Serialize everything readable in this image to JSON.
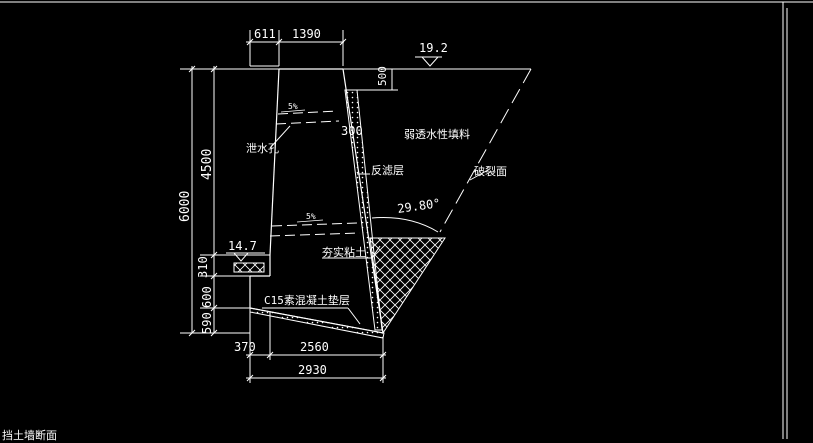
{
  "drawing": {
    "dimensions": {
      "top_left": "611",
      "top_right": "1390",
      "top_level": "19.2",
      "cap_height": "500",
      "total_height": "6000",
      "wall_height": "4500",
      "step_height": "310",
      "base_600": "600",
      "base_590": "590",
      "base_left": "370",
      "base_mid": "2560",
      "base_total": "2930",
      "filter_thickness": "300",
      "left_level": "14.7",
      "angle": "29.80°"
    },
    "labels": {
      "drain_hole": "泄水孔",
      "filter_layer": "反滤层",
      "backfill": "弱透水性填料",
      "fracture_plane": "破裂面",
      "compacted_clay": "夯实粘土",
      "concrete_cushion": "C15素混凝土垫层",
      "slope_upper": "5%",
      "slope_lower": "5%"
    },
    "bottom_text": "挡土墙断面"
  },
  "colors": {
    "background": "#000000",
    "lines": "#ffffff"
  }
}
